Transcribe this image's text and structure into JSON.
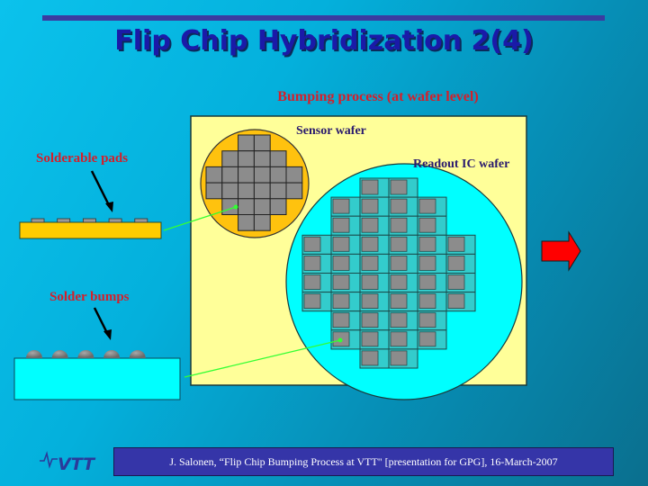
{
  "slide": {
    "title": "Flip Chip Hybridization 2(4)",
    "subtitle": "Bumping process (at wafer level)",
    "footer": "J. Salonen, “Flip Chip Bumping Process at VTT\" [presentation for GPG], 16-March-2007",
    "logo_text": "VTT"
  },
  "diagram": {
    "labels": {
      "solderable_pads": "Solderable pads",
      "solder_bumps": "Solder bumps",
      "sensor_wafer": "Sensor wafer",
      "readout_wafer": "Readout IC wafer"
    },
    "sensor_wafer_rows": [
      2,
      4,
      6,
      6,
      4,
      2
    ],
    "readout_wafer_rows": [
      2,
      4,
      4,
      6,
      6,
      6,
      6,
      4,
      4,
      2
    ],
    "pad_count": 5,
    "bump_count": 5,
    "colors": {
      "panel": "#ffff99",
      "sensor_wafer": "#ffc20e",
      "readout_wafer": "#00ffff",
      "die": "#8c8c8c",
      "arrow": "#ff0000",
      "connector_line": "#33ff33",
      "label_red": "#d41f2a",
      "label_navy": "#2a1a6e"
    }
  }
}
